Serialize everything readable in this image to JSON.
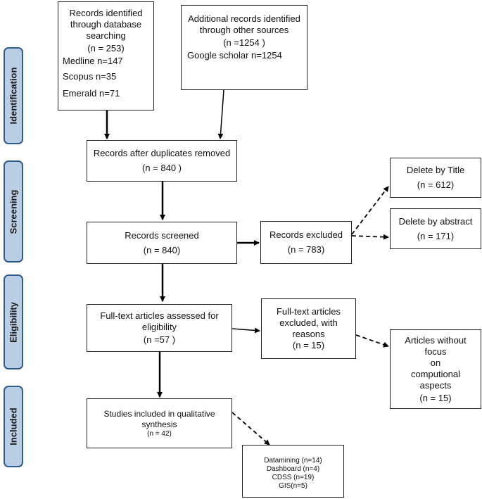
{
  "stages": [
    "Identification",
    "Screening",
    "Eligibility",
    "Included"
  ],
  "identified": {
    "title1": "Records identified",
    "title2": "through database",
    "title3": "searching",
    "count": "(n = 253)",
    "medline": "Medline n=147",
    "scopus": "Scopus n=35",
    "emerald": "Emerald    n=71"
  },
  "additional": {
    "title1": "Additional records identified",
    "title2": "through other sources",
    "count": "(n =1254  )",
    "scholar": "Google scholar n=1254"
  },
  "duplicates": {
    "title": "Records after duplicates removed",
    "count": "(n = 840  )"
  },
  "screened": {
    "title": "Records screened",
    "count": "(n = 840)"
  },
  "excluded": {
    "title": "Records excluded",
    "count": "(n = 783)"
  },
  "by_title": {
    "title": "Delete by Title",
    "count": "(n = 612)"
  },
  "by_abstract": {
    "title": "Delete by abstract",
    "count": "(n = 171)"
  },
  "fulltext": {
    "title1": "Full-text articles assessed for",
    "title2": "eligibility",
    "count": "(n =57    )"
  },
  "fulltext_excluded": {
    "title1": "Full-text articles",
    "title2": "excluded, with",
    "title3": "reasons",
    "count": "(n = 15)"
  },
  "without_focus": {
    "line1": "Articles without",
    "line2": "focus",
    "line3": "on",
    "line4": "computional",
    "line5": "aspects",
    "count": "(n = 15)"
  },
  "included": {
    "title1": "Studies included in qualitative",
    "title2": "synthesis",
    "count": "(n = 42)"
  },
  "categories": {
    "datamining": "Datamining (n=14)",
    "dashboard": "Dashboard (n=4)",
    "cdss": "CDSS (n=19)",
    "gis": "GIS(n=5)"
  }
}
